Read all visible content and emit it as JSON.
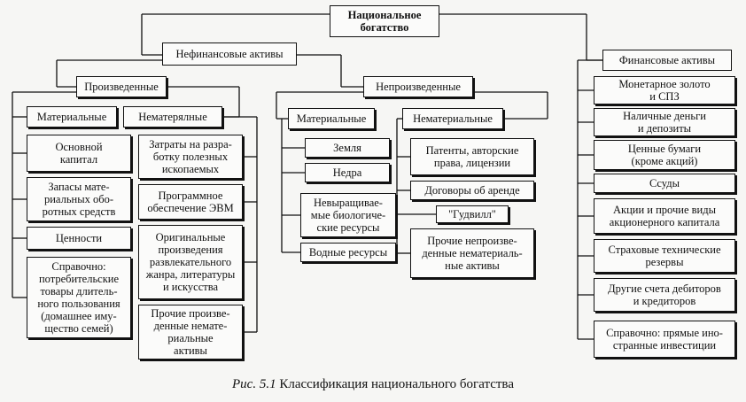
{
  "root": "Национальное\nбогатство",
  "nonfinancial": {
    "title": "Нефинансовые активы",
    "produced": {
      "title": "Произведенные",
      "material": {
        "title": "Материальные",
        "items": [
          "Основной\nкапитал",
          "Запасы мате-\nриальных обо-\nротных средств",
          "Ценности",
          "Справочно:\nпотребительские\nтовары длитель-\nного пользования\n(домашнее иму-\nщество семей)"
        ]
      },
      "nonmaterial": {
        "title": "Нематерялные",
        "items": [
          "Затраты на разра-\nботку полезных\nископаемых",
          "Программное\nобеспечение ЭВМ",
          "Оригинальные\nпроизведения\nразвлекательного\nжанра, литературы\nи искусства",
          "Прочие произве-\nденные немате-\nриальные\nактивы"
        ]
      }
    },
    "nonproduced": {
      "title": "Непроизведенные",
      "material": {
        "title": "Материальные",
        "items": [
          "Земля",
          "Недра",
          "Невыращивае-\nмые биологиче-\nские ресурсы",
          "Водные ресурсы"
        ]
      },
      "nonmaterial": {
        "title": "Нематериальные",
        "items": [
          "Патенты, авторские\nправа, лицензии",
          "Договоры об аренде",
          "\"Гудвилл\"",
          "Прочие непроизве-\nденные нематериаль-\nные активы"
        ]
      }
    }
  },
  "financial": {
    "title": "Финансовые активы",
    "items": [
      "Монетарное золото\nи СПЗ",
      "Наличные деньги\nи депозиты",
      "Ценные бумаги\n(кроме акций)",
      "Ссуды",
      "Акции и прочие виды\nакционерного капитала",
      "Страховые технические\nрезервы",
      "Другие счета дебиторов\nи кредиторов",
      "Справочно: прямые ино-\nстранные инвестиции"
    ]
  },
  "caption": {
    "label": "Рис. 5.1",
    "text": " Классификация национального богатства"
  }
}
